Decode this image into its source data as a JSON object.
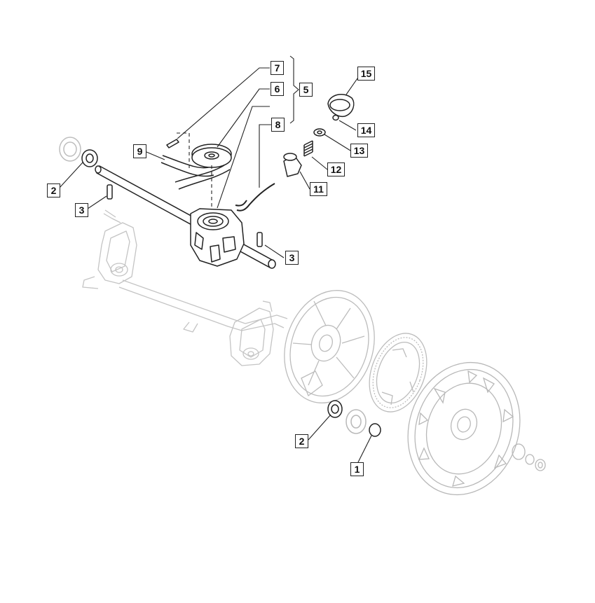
{
  "callouts": [
    {
      "id": "7",
      "label": "7"
    },
    {
      "id": "6",
      "label": "6"
    },
    {
      "id": "5",
      "label": "5"
    },
    {
      "id": "8",
      "label": "8"
    },
    {
      "id": "9",
      "label": "9"
    },
    {
      "id": "15",
      "label": "15"
    },
    {
      "id": "14",
      "label": "14"
    },
    {
      "id": "13",
      "label": "13"
    },
    {
      "id": "12",
      "label": "12"
    },
    {
      "id": "11",
      "label": "11"
    },
    {
      "id": "2a",
      "label": "2"
    },
    {
      "id": "3a",
      "label": "3"
    },
    {
      "id": "3b",
      "label": "3"
    },
    {
      "id": "2b",
      "label": "2"
    },
    {
      "id": "1",
      "label": "1"
    }
  ],
  "colors": {
    "ink": "#222222",
    "ghost": "#bdbdbd",
    "fill": "#ffffff"
  }
}
